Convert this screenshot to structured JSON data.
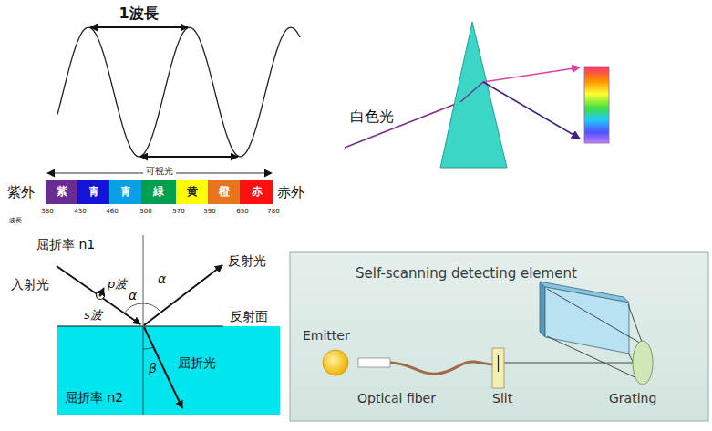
{
  "diagram": {
    "nodes": [
      {
        "text": [
          "紫"
        ]
      },
      {
        "text": [
          "青"
        ]
      },
      {
        "text": [
          "青"
        ]
      },
      {
        "text": [
          "緑"
        ]
      },
      {
        "text": [
          "黄"
        ]
      },
      {
        "text": [
          "橙"
        ]
      },
      {
        "text": [
          "赤"
        ]
      },
      {
        "text": [
          "β",
          "屈折光",
          "屈折率 n2"
        ]
      },
      {
        "text": [
          "Self-scanning detecting element",
          "Emitter",
          "Optical fiber",
          "Slit",
          "Grating"
        ]
      }
    ],
    "labels": [
      "1波長",
      "可視光",
      "紫外",
      "赤外",
      "波長",
      "380",
      "430",
      "460",
      "500",
      "570",
      "590",
      "650",
      "780",
      "白色光",
      "屈折率 n1",
      "入射光",
      "p波",
      "s波",
      "α",
      "α",
      "反射光",
      "反射面"
    ]
  }
}
